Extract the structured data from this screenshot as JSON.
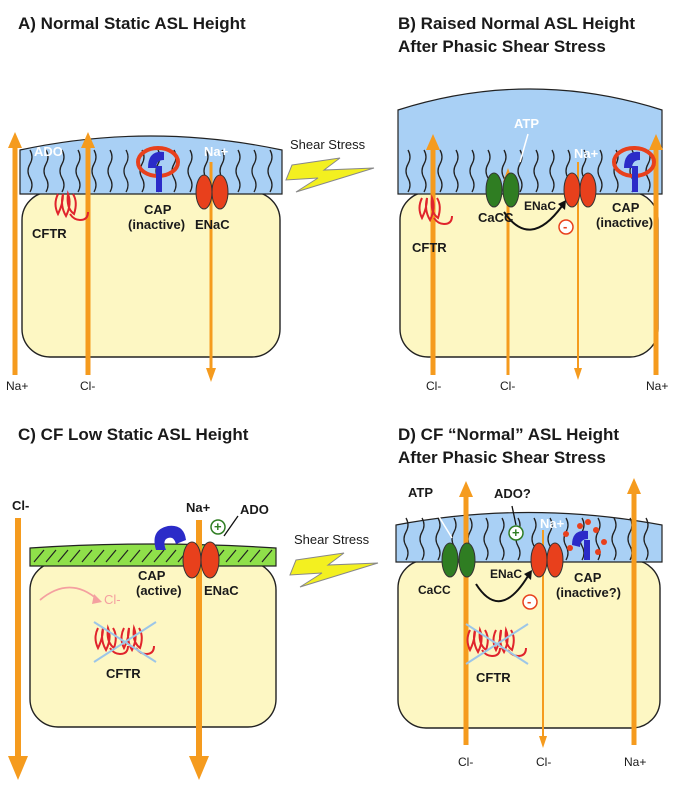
{
  "panels": {
    "a": {
      "title": "A) Normal Static ASL Height",
      "labels": {
        "ado": "ADO",
        "na_top": "Na+",
        "cap": "CAP",
        "cap_state": "(inactive)",
        "cftr": "CFTR",
        "enac": "ENaC"
      },
      "ions_bottom": {
        "na": "Na+",
        "cl": "Cl-"
      }
    },
    "b": {
      "title_line1": "B) Raised Normal ASL Height",
      "title_line2": "After Phasic Shear Stress",
      "labels": {
        "atp": "ATP",
        "na_top": "Na+",
        "enac": "ENaC",
        "cacc": "CaCC",
        "cftr": "CFTR",
        "cap": "CAP",
        "cap_state": "(inactive)",
        "minus": "-"
      },
      "ions_bottom": {
        "cl1": "Cl-",
        "cl2": "Cl-",
        "na": "Na+"
      }
    },
    "c": {
      "title": "C) CF Low Static ASL Height",
      "labels": {
        "cl_top": "Cl-",
        "na_top": "Na+",
        "ado": "ADO",
        "plus": "+",
        "cap": "CAP",
        "cap_state": "(active)",
        "enac": "ENaC",
        "cl_inner": "Cl-",
        "cftr": "CFTR"
      }
    },
    "d": {
      "title_line1": "D) CF “Normal” ASL Height",
      "title_line2": "After Phasic Shear Stress",
      "labels": {
        "atp": "ATP",
        "ado": "ADO?",
        "plus": "+",
        "na_top": "Na+",
        "enac": "ENaC",
        "cacc": "CaCC",
        "cftr": "CFTR",
        "cap": "CAP",
        "cap_state": "(inactive?)",
        "minus": "-"
      },
      "ions_bottom": {
        "cl1": "Cl-",
        "cl2": "Cl-",
        "na": "Na+"
      }
    }
  },
  "shear_stress": {
    "top": "Shear Stress",
    "bottom": "Shear Stress"
  },
  "colors": {
    "cell": "#fdf7c3",
    "asl": "#a9d0f5",
    "asl_cf": "#8fe04a",
    "arrow": "#f59b1e",
    "enac": "#e8401c",
    "cacc": "#2f7d22",
    "cap": "#2b2bc8",
    "cftr": "#e0242c"
  }
}
